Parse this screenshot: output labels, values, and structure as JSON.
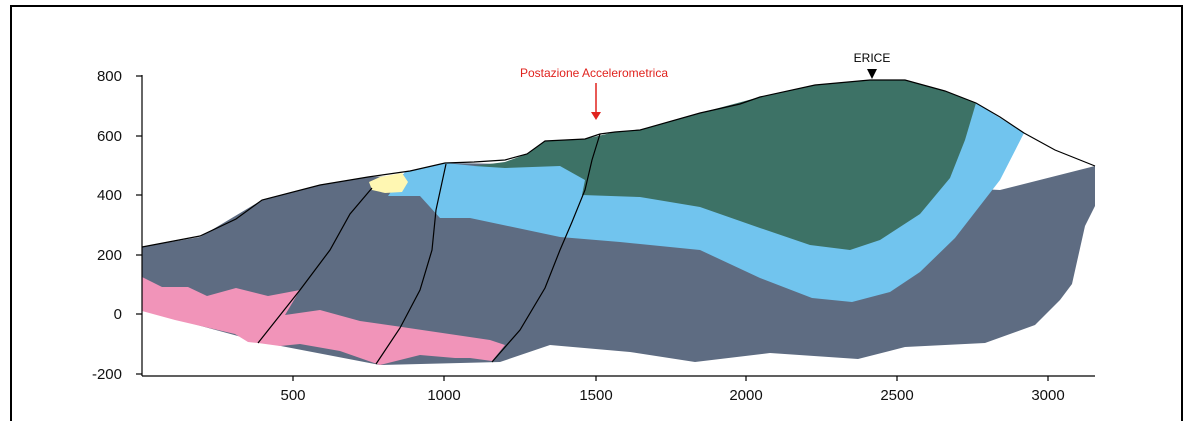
{
  "colors": {
    "background": "#ffffff",
    "green_unit": "#3d7266",
    "light_blue_unit": "#71c4ee",
    "slate_unit": "#5e6c82",
    "pink_unit": "#f194b9",
    "yellow_unit": "#fff7b2",
    "surface_line": "#000000",
    "annotation_red": "#e0231e"
  },
  "axes": {
    "x_ticks": [
      "500",
      "1000",
      "1500",
      "2000",
      "2500",
      "3000"
    ],
    "y_ticks": [
      "800",
      "600",
      "400",
      "200",
      "0",
      "-200"
    ]
  },
  "annotations": {
    "station_label": "Postazione Accelerometrica",
    "summit_label": "ERICE"
  }
}
